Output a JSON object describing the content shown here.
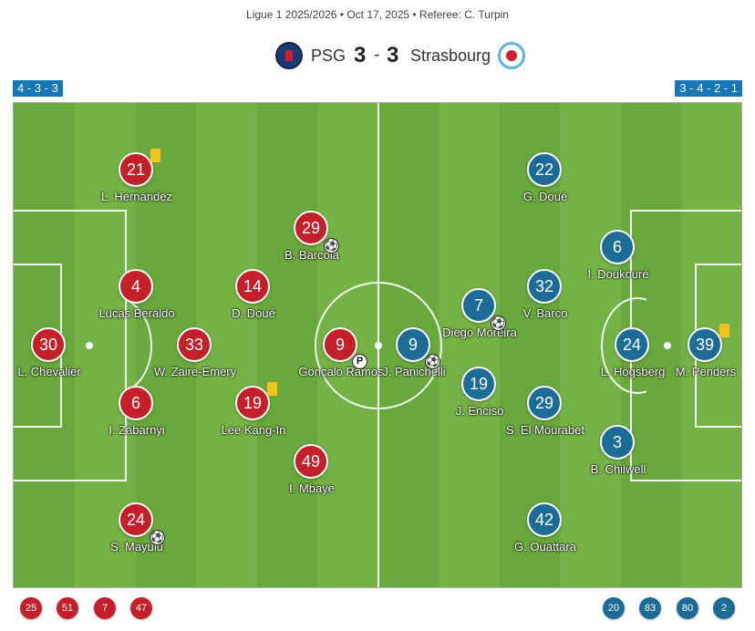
{
  "header": {
    "subtitle": "Ligue 1 2025/2026 • Oct 17, 2025 • Referee: C. Turpin",
    "home_team": "PSG",
    "away_team": "Strasbourg",
    "home_score": "3",
    "away_score": "3",
    "separator": "-"
  },
  "formations": {
    "home": "4 - 3 - 3",
    "away": "3 - 4 - 2 - 1"
  },
  "colors": {
    "home": "#c51f2a",
    "away": "#1b6c96",
    "pitch": "#69a83c",
    "formation_badge": "#1576b8",
    "yellow_card": "#f3c21c"
  },
  "home_players": [
    {
      "number": "30",
      "name": "L. Chevalier"
    },
    {
      "number": "21",
      "name": "L. Hernández"
    },
    {
      "number": "4",
      "name": "Lucas Beraldo"
    },
    {
      "number": "6",
      "name": "I. Zabarnyi"
    },
    {
      "number": "24",
      "name": "S. Mayulu"
    },
    {
      "number": "33",
      "name": "W. Zaire-Emery"
    },
    {
      "number": "14",
      "name": "D. Doué"
    },
    {
      "number": "19",
      "name": "Lee Kang-In"
    },
    {
      "number": "29",
      "name": "B. Barcola"
    },
    {
      "number": "9",
      "name": "Gonçalo Ramos"
    },
    {
      "number": "49",
      "name": "I. Mbaye"
    }
  ],
  "away_players": [
    {
      "number": "39",
      "name": "M. Penders"
    },
    {
      "number": "6",
      "name": "I. Doukouré"
    },
    {
      "number": "24",
      "name": "L. Högsberg"
    },
    {
      "number": "3",
      "name": "B. Chilwell"
    },
    {
      "number": "22",
      "name": "G. Doué"
    },
    {
      "number": "32",
      "name": "V. Barco"
    },
    {
      "number": "29",
      "name": "S. El Mourabet"
    },
    {
      "number": "42",
      "name": "G. Ouattara"
    },
    {
      "number": "7",
      "name": "Diego Moreira"
    },
    {
      "number": "19",
      "name": "J. Enciso"
    },
    {
      "number": "9",
      "name": "J. Panichelli"
    }
  ],
  "events": {
    "goal_icon": "football-icon",
    "penalty_icon": "penalty-goal-icon",
    "penalty_label": "P",
    "yellow_card_icon": "yellow-card-icon"
  },
  "substitutes": {
    "home": [
      "25",
      "51",
      "7",
      "47"
    ],
    "away": [
      "20",
      "83",
      "80",
      "2"
    ]
  }
}
